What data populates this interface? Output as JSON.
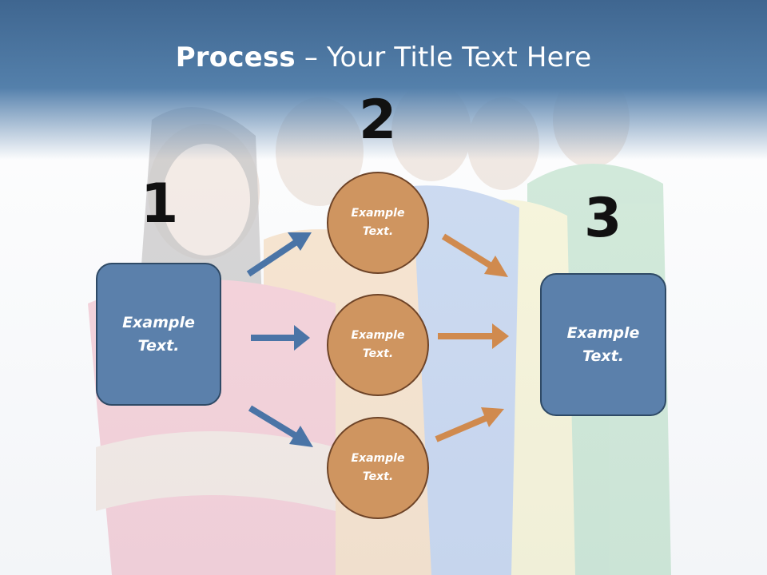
{
  "slide": {
    "title_bold": "Process",
    "title_rest": " – Your Title Text Here"
  },
  "steps": {
    "one": "1",
    "two": "2",
    "three": "3"
  },
  "nodes": {
    "left_box": "Example Text.",
    "circle_top": "Example Text.",
    "circle_middle": "Example Text.",
    "circle_bottom": "Example Text.",
    "right_box": "Example Text."
  },
  "colors": {
    "box_fill": "#5b80ab",
    "circle_fill": "#cf9560",
    "blue_arrow": "#4a74a6",
    "orange_arrow": "#d08a4e",
    "header": "#4f7aa5"
  }
}
